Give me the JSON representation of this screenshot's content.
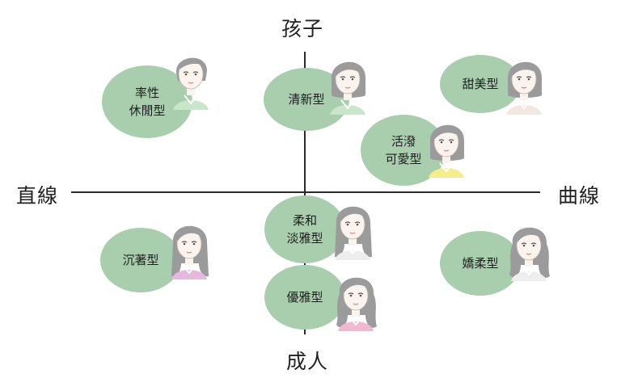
{
  "axes": {
    "top": "孩子",
    "bottom": "成人",
    "left": "直線",
    "right": "曲線"
  },
  "types": [
    {
      "key": "t1",
      "label": "率性\n休閒型",
      "hair": "short",
      "collar": "#c8e6c9"
    },
    {
      "key": "t2",
      "label": "清新型",
      "hair": "bob",
      "collar": "#c8e6c9"
    },
    {
      "key": "t3",
      "label": "甜美型",
      "hair": "bob",
      "collar": "#f2e8df"
    },
    {
      "key": "t4",
      "label": "活潑\n可愛型",
      "hair": "bob",
      "collar": "#f4ee8a"
    },
    {
      "key": "t5",
      "label": "柔和\n淡雅型",
      "hair": "long",
      "collar": "#eeeeee"
    },
    {
      "key": "t6",
      "label": "沉著型",
      "hair": "long",
      "collar": "#e6b8de"
    },
    {
      "key": "t7",
      "label": "優雅型",
      "hair": "wavy",
      "collar": "#f2b8d0"
    },
    {
      "key": "t8",
      "label": "嬌柔型",
      "hair": "wavy",
      "collar": "#eeeeee"
    }
  ],
  "colors": {
    "bubble": "#a8ceae",
    "axis": "#2a2a2a",
    "hair": "#9b9b9b",
    "skin": "#fbf4ee"
  }
}
